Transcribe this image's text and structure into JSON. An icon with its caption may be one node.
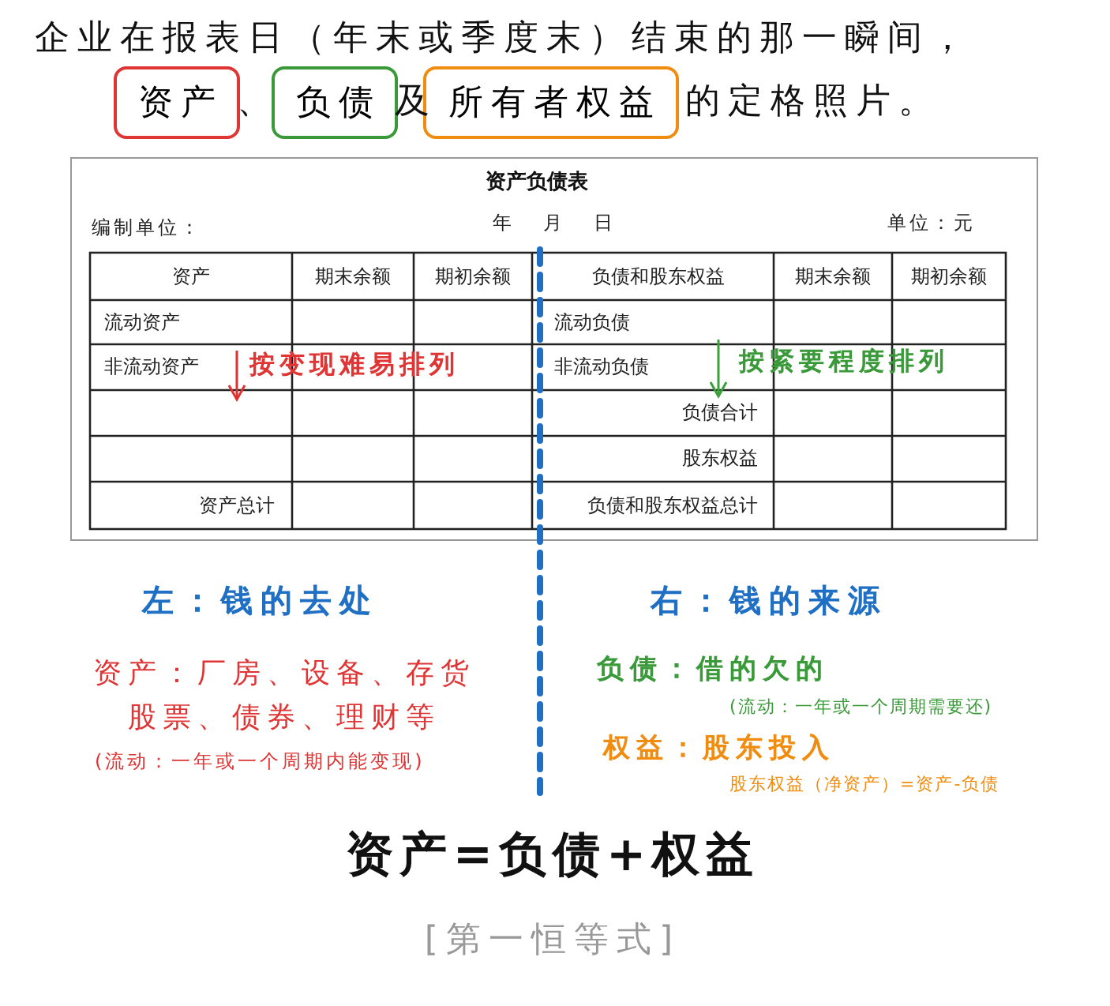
{
  "diagram": {
    "nodes": [
      {
        "text": [
          "资产"
        ]
      },
      {
        "text": [
          "负债"
        ]
      },
      {
        "text": [
          "所有者权益"
        ]
      }
    ],
    "labels": [
      "企业在报表日（年末或季度末）结束的那一瞬间，",
      "、",
      "及",
      "的定格照片。",
      "资产负债表",
      "编制单位：",
      "年",
      "月",
      "日",
      "单位：元",
      "资产",
      "期末余额",
      "期初余额",
      "负债和股东权益",
      "期末余额",
      "期初余额",
      "流动资产",
      "流动负债",
      "非流动资产",
      "非流动负债",
      "负债合计",
      "股东权益",
      "资产总计",
      "负债和股东权益总计",
      "按变现难易排列",
      "按紧要程度排列",
      "左：钱的去处",
      "资产：厂房、设备、存货股票、债券、理财等",
      "(流动：一年或一个周期内能变现)",
      "右：钱的来源",
      "负债：借的欠的",
      "(流动：一年或一个周期需要还)",
      "权益：股东投入",
      "股东权益（净资产）=资产-负债",
      "资产=负债+权益",
      "[第一恒等式]"
    ]
  }
}
